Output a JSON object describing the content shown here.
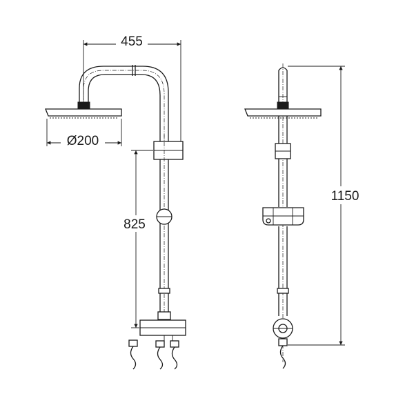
{
  "dimensions": {
    "arm_reach": "455",
    "head_diameter": "Ø200",
    "mount_height": "825",
    "total_height": "1150"
  },
  "colors": {
    "line": "#1a1a1a",
    "background": "#ffffff"
  }
}
